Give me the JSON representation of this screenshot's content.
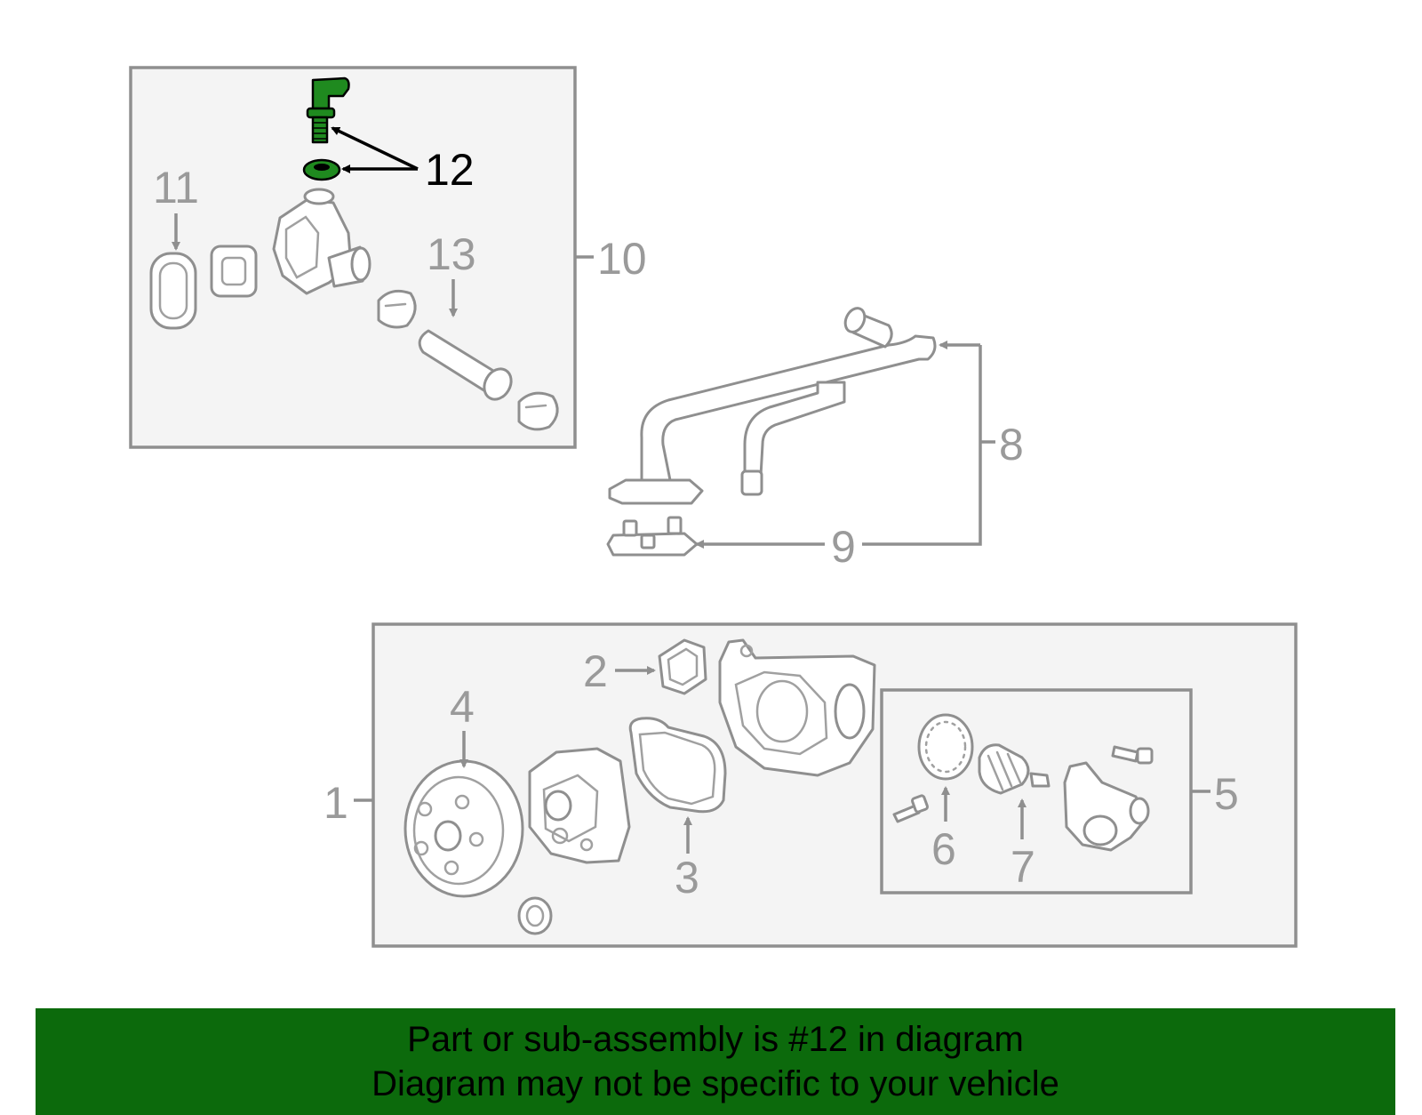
{
  "diagram": {
    "callouts": {
      "c1": "1",
      "c2": "2",
      "c3": "3",
      "c4": "4",
      "c5": "5",
      "c6": "6",
      "c7": "7",
      "c8": "8",
      "c9": "9",
      "c10": "10",
      "c11": "11",
      "c12": "12",
      "c13": "13"
    },
    "highlighted_part": "12",
    "colors": {
      "highlight": "#1f8a1f",
      "banner": "#0c6a0c",
      "line": "#8f8f8f"
    }
  },
  "banner": {
    "line1": "Part or sub-assembly is #12 in diagram",
    "line2": "Diagram may not be specific to your vehicle"
  }
}
